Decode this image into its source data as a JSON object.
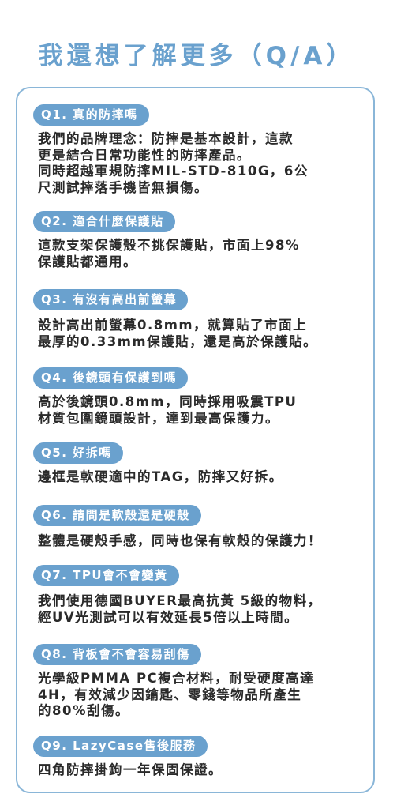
{
  "title": "我還想了解更多（Q/A）",
  "qa": [
    {
      "q": "Q1. 真的防摔嗎",
      "a": "我們的品牌理念：防摔是基本設計，這款\n更是結合日常功能性的防摔產品。\n同時超越軍規防摔MIL-STD-810G，6公\n尺測試摔落手機皆無損傷。"
    },
    {
      "q": "Q2. 適合什麼保護貼",
      "a": "這款支架保護殼不挑保護貼，市面上98%\n保護貼都通用。"
    },
    {
      "q": "Q3. 有沒有高出前螢幕",
      "a": "設計高出前螢幕0.8mm，就算貼了市面上\n最厚的0.33mm保護貼，還是高於保護貼。"
    },
    {
      "q": "Q4. 後鏡頭有保護到嗎",
      "a": "高於後鏡頭0.8mm，同時採用吸震TPU\n材質包圍鏡頭設計，達到最高保護力。"
    },
    {
      "q": "Q5. 好拆嗎",
      "a": "邊框是軟硬適中的TAG，防摔又好拆。"
    },
    {
      "q": "Q6. 請問是軟殼還是硬殼",
      "a": "整體是硬殼手感，同時也保有軟殼的保護力！"
    },
    {
      "q": "Q7. TPU會不會變黃",
      "a": "我們使用德國BUYER最高抗黃 5級的物料，\n經UV光測試可以有效延長5倍以上時間。"
    },
    {
      "q": "Q8. 背板會不會容易刮傷",
      "a": "光學級PMMA PC複合材料，耐受硬度高達\n4H，有效減少因鑰匙、零錢等物品所產生\n的80%刮傷。"
    },
    {
      "q": "Q9. LazyCase售後服務",
      "a": "四角防摔掛鉤一年保固保證。"
    }
  ],
  "colors": {
    "accent": "#6aa1ce",
    "border": "#8ab6d8",
    "text": "#2a2a2a"
  }
}
